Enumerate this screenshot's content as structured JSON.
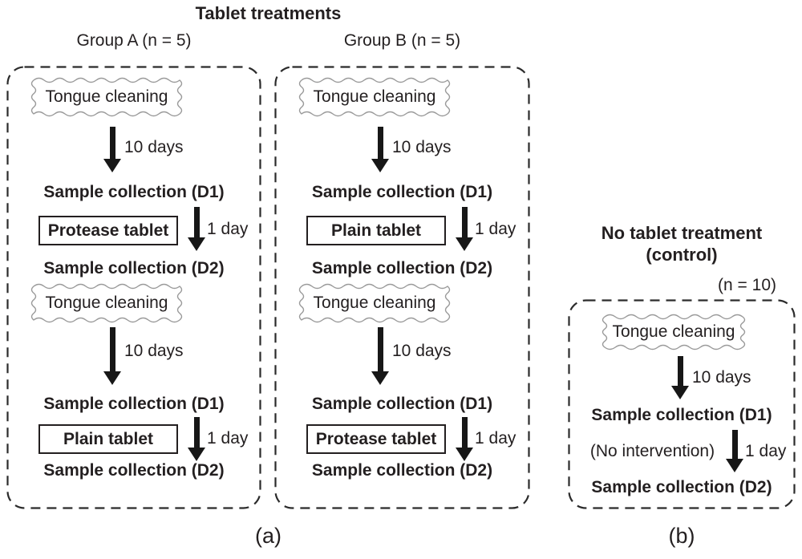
{
  "colors": {
    "ink": "#231f20",
    "dash_border": "#2b2b2b",
    "wavy_border": "#9a9a9a"
  },
  "figure": {
    "title": "Tablet treatments",
    "caption_a": "(a)",
    "caption_b": "(b)"
  },
  "group_a": {
    "label": "Group A (n = 5)",
    "phases": [
      {
        "cleaning": "Tongue cleaning",
        "duration": "10 days",
        "sample_d1": "Sample collection (D1)",
        "tablet": "Protease tablet",
        "interval": "1 day",
        "sample_d2": "Sample collection (D2)"
      },
      {
        "cleaning": "Tongue cleaning",
        "duration": "10 days",
        "sample_d1": "Sample collection (D1)",
        "tablet": "Plain tablet",
        "interval": "1 day",
        "sample_d2": "Sample collection (D2)"
      }
    ]
  },
  "group_b": {
    "label": "Group B (n = 5)",
    "phases": [
      {
        "cleaning": "Tongue cleaning",
        "duration": "10 days",
        "sample_d1": "Sample collection (D1)",
        "tablet": "Plain tablet",
        "interval": "1 day",
        "sample_d2": "Sample collection (D2)"
      },
      {
        "cleaning": "Tongue cleaning",
        "duration": "10 days",
        "sample_d1": "Sample collection (D1)",
        "tablet": "Protease tablet",
        "interval": "1 day",
        "sample_d2": "Sample collection (D2)"
      }
    ]
  },
  "control": {
    "heading_line1": "No tablet treatment",
    "heading_line2": "(control)",
    "n_label": "(n = 10)",
    "steps": {
      "cleaning": "Tongue cleaning",
      "duration": "10 days",
      "sample_d1": "Sample collection (D1)",
      "note": "(No intervention)",
      "interval": "1 day",
      "sample_d2": "Sample collection (D2)"
    }
  }
}
